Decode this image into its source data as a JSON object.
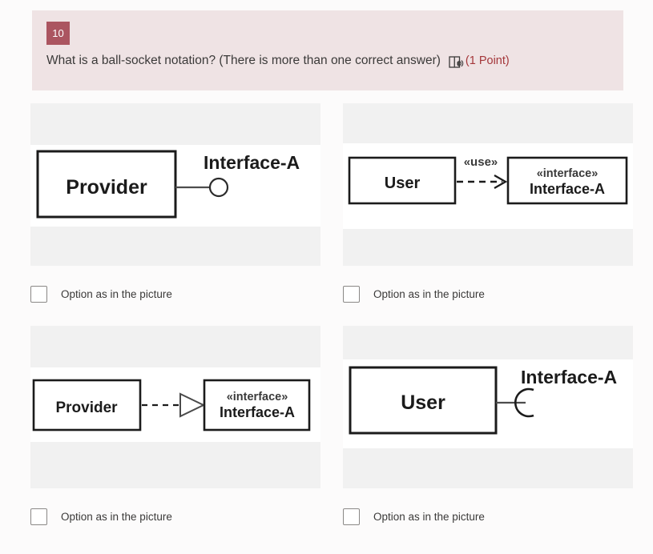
{
  "question": {
    "number": "10",
    "text": "What is a ball-socket notation? (There is more than one correct answer)",
    "points_label": "(1 Point)",
    "reader_icon": "immersive-reader-icon",
    "badge_color": "#ab5560",
    "banner_color": "#efe3e4",
    "points_color": "#a4373a"
  },
  "options": [
    {
      "id": "option-1",
      "answer_label": "Option as in the picture",
      "diagram": {
        "kind": "ball-lollipop",
        "box_label": "Provider",
        "interface_label": "Interface-A"
      }
    },
    {
      "id": "option-2",
      "answer_label": "Option as in the picture",
      "diagram": {
        "kind": "use-dependency",
        "box_label": "User",
        "edge_label": "«use»",
        "target_stereotype": "«interface»",
        "target_label": "Interface-A"
      }
    },
    {
      "id": "option-3",
      "answer_label": "Option as in the picture",
      "diagram": {
        "kind": "realization",
        "box_label": "Provider",
        "target_stereotype": "«interface»",
        "target_label": "Interface-A"
      }
    },
    {
      "id": "option-4",
      "answer_label": "Option as in the picture",
      "diagram": {
        "kind": "socket",
        "box_label": "User",
        "interface_label": "Interface-A"
      }
    }
  ]
}
